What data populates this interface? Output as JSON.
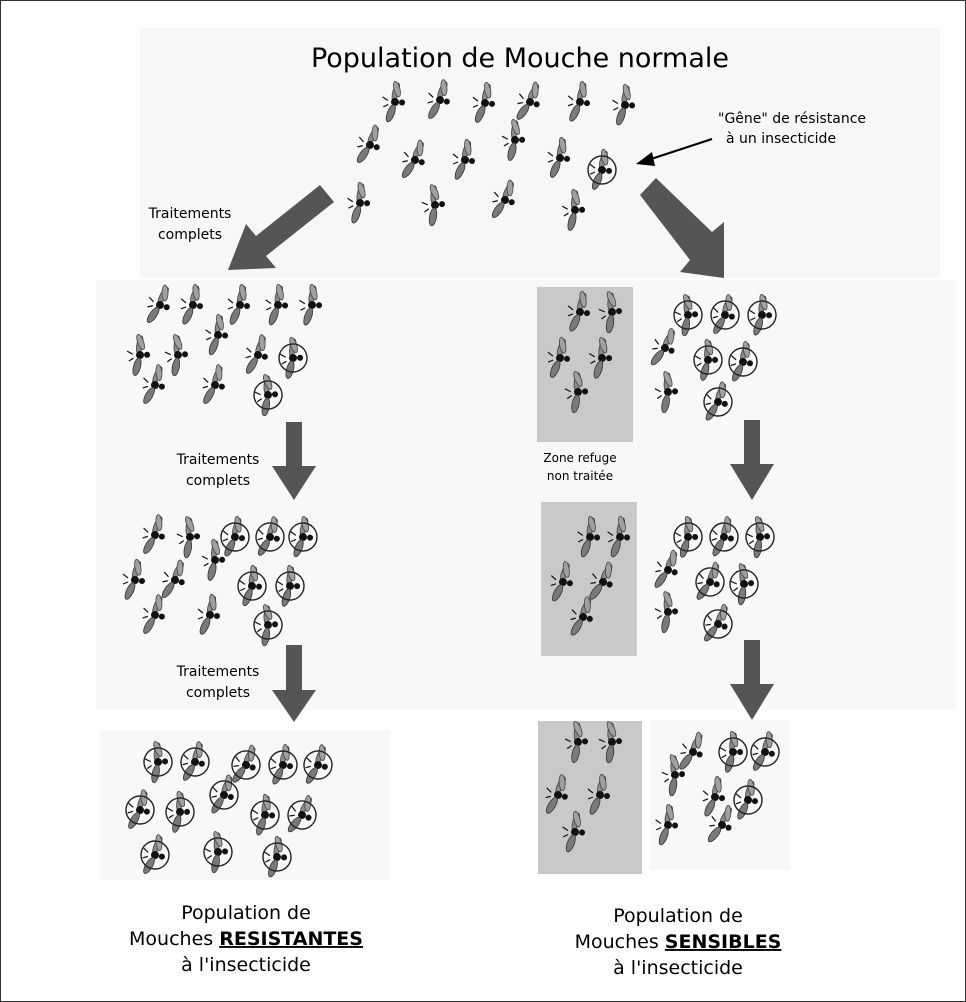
{
  "title": "Population de Mouche normale",
  "gene_label_line1": "\"Gêne\" de résistance",
  "gene_label_line2": "à un insecticide",
  "treatment_line1": "Traitements",
  "treatment_line2": "complets",
  "refuge_line1": "Zone refuge",
  "refuge_line2": "non  traitée",
  "result_left_line1": "Population de",
  "result_left_line2_prefix": "Mouches ",
  "result_left_line2_emph": "RESISTANTES",
  "result_left_line3": "à l'insecticide",
  "result_right_line1": "Population de",
  "result_right_line2_prefix": "Mouches ",
  "result_right_line2_emph": "SENSIBLES",
  "result_right_line3": "à l'insecticide",
  "colors": {
    "arrow": "#555555",
    "refuge_zone": "#c9c9c9",
    "fly_body": "#111111",
    "fly_wing": "#8a8a8a",
    "panel": "#f6f6f6"
  }
}
